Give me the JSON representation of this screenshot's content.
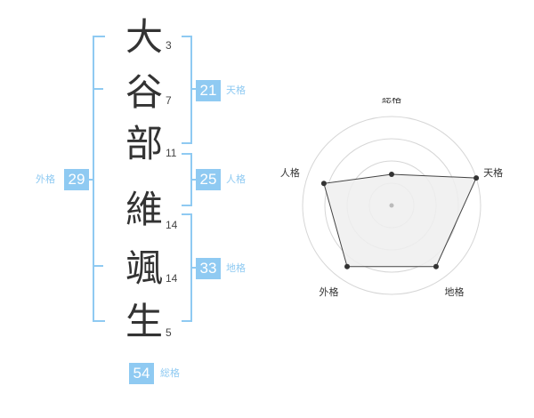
{
  "name_chars": [
    {
      "char": "大",
      "strokes": "3"
    },
    {
      "char": "谷",
      "strokes": "7"
    },
    {
      "char": "部",
      "strokes": "11"
    },
    {
      "char": "維",
      "strokes": "14"
    },
    {
      "char": "颯",
      "strokes": "14"
    },
    {
      "char": "生",
      "strokes": "5"
    }
  ],
  "groups": {
    "tenkaku": {
      "value": "21",
      "label": "天格"
    },
    "jinkaku": {
      "value": "25",
      "label": "人格"
    },
    "chikaku": {
      "value": "33",
      "label": "地格"
    },
    "gaikaku": {
      "value": "29",
      "label": "外格"
    },
    "soukaku": {
      "value": "54",
      "label": "総格"
    }
  },
  "colors": {
    "accent": "#8fcaf2",
    "text": "#333333",
    "radar_fill": "#eeeeee"
  },
  "chart_data": {
    "type": "radar",
    "axes": [
      "総格",
      "天格",
      "地格",
      "外格",
      "人格"
    ],
    "values": [
      0.35,
      1.0,
      0.85,
      0.85,
      0.8
    ],
    "grid": true,
    "rings": 4
  }
}
